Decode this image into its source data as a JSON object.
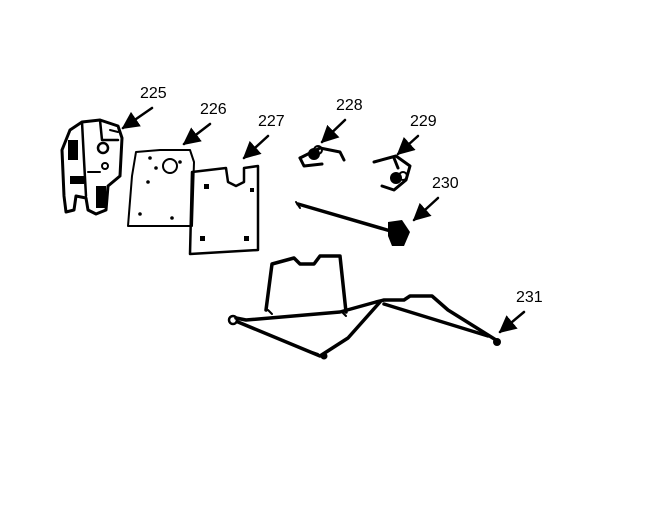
{
  "parts": [
    {
      "id": "225",
      "label": "225"
    },
    {
      "id": "226",
      "label": "226"
    },
    {
      "id": "227",
      "label": "227"
    },
    {
      "id": "228",
      "label": "228"
    },
    {
      "id": "229",
      "label": "229"
    },
    {
      "id": "230",
      "label": "230"
    },
    {
      "id": "231",
      "label": "231"
    }
  ],
  "ink_color": "#000000",
  "background_color": "#ffffff"
}
